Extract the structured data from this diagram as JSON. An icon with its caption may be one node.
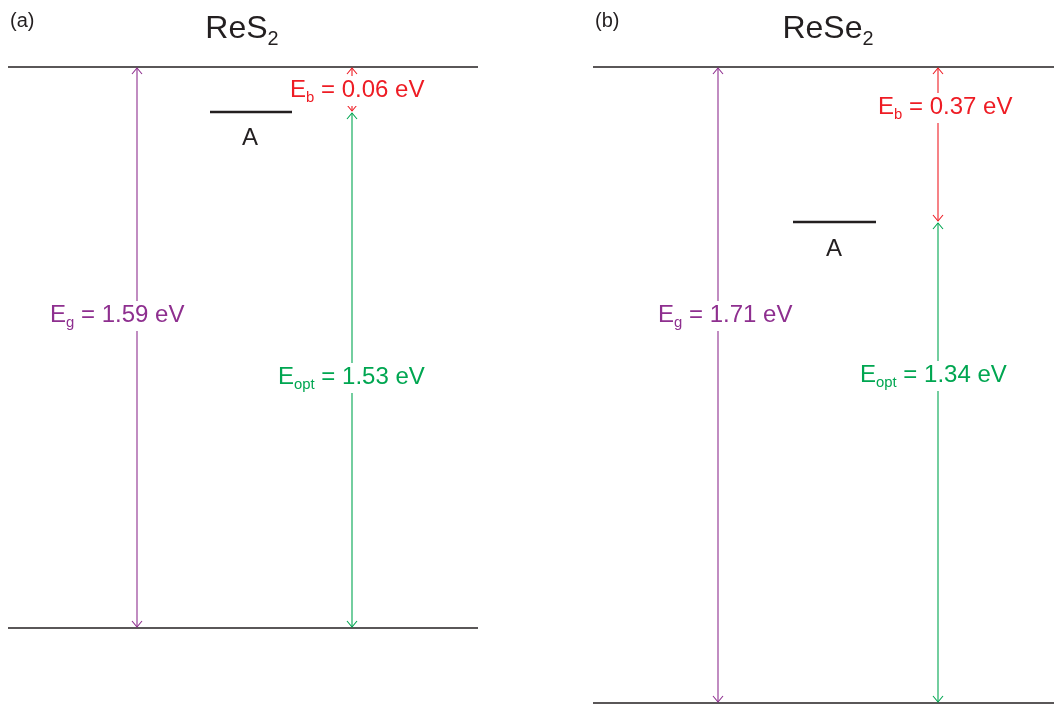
{
  "diagram": {
    "labels": [
      "(a)",
      "ReS$_{2}$",
      "E$_{b}$ = 0.06 eV",
      "A",
      "E$_{g}$ = 1.59 eV",
      "E$_{opt}$ = 1.53 eV",
      "(b)",
      "ReSe$_{2}$",
      "E$_{b}$ = 0.37 eV",
      "A",
      "E$_{g}$ = 1.71 eV",
      "E$_{opt}$ = 1.34 eV"
    ]
  }
}
